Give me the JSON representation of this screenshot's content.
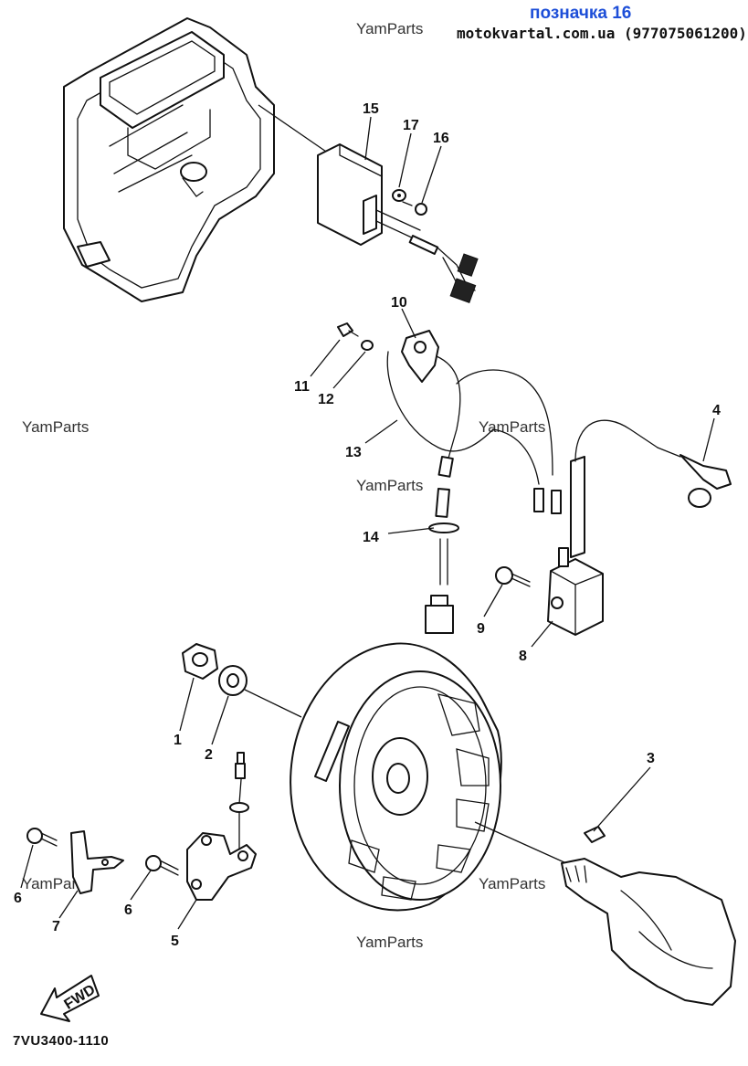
{
  "header": {
    "title": "позначка 16",
    "site": "motokvartal.com.ua (977075061200)"
  },
  "watermarks": [
    "YamParts",
    "YamParts",
    "YamParts",
    "YamParts",
    "YamParts",
    "YamParts",
    "YamParts"
  ],
  "diagram_code": "7VU3400-1110",
  "fwd_label": "FWD",
  "callouts": [
    "1",
    "2",
    "3",
    "4",
    "5",
    "6",
    "6",
    "7",
    "8",
    "9",
    "10",
    "11",
    "12",
    "13",
    "14",
    "15",
    "16",
    "17"
  ]
}
